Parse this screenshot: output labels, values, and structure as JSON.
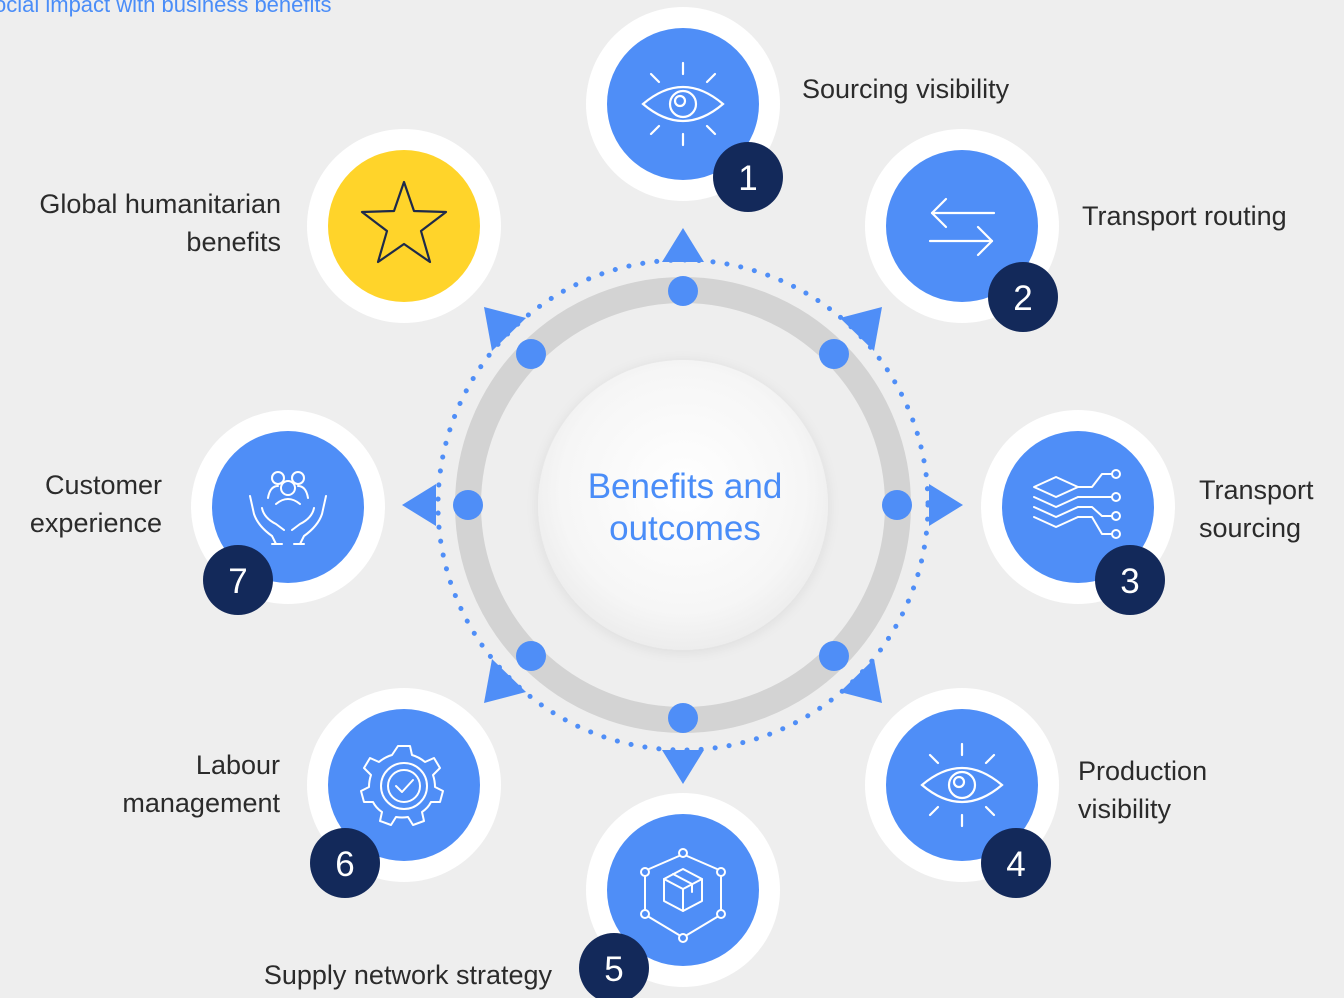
{
  "subtitle": "ocial impact with business benefits",
  "center": {
    "line1": "Benefits and",
    "line2": "outcomes"
  },
  "items": [
    {
      "number": "1",
      "label_lines": [
        "Sourcing visibility"
      ],
      "icon": "eye-icon",
      "color": "#4f8ef7"
    },
    {
      "number": "2",
      "label_lines": [
        "Transport routing"
      ],
      "icon": "arrows-exchange-icon",
      "color": "#4f8ef7"
    },
    {
      "number": "3",
      "label_lines": [
        "Transport",
        "sourcing"
      ],
      "icon": "layers-network-icon",
      "color": "#4f8ef7"
    },
    {
      "number": "4",
      "label_lines": [
        "Production",
        "visibility"
      ],
      "icon": "eye-icon",
      "color": "#4f8ef7"
    },
    {
      "number": "5",
      "label_lines": [
        "Supply network strategy"
      ],
      "icon": "box-network-icon",
      "color": "#4f8ef7"
    },
    {
      "number": "6",
      "label_lines": [
        "Labour",
        "management"
      ],
      "icon": "gear-check-icon",
      "color": "#4f8ef7"
    },
    {
      "number": "7",
      "label_lines": [
        "Customer",
        "experience"
      ],
      "icon": "hands-people-icon",
      "color": "#4f8ef7"
    },
    {
      "number": "",
      "label_lines": [
        "Global humanitarian",
        "benefits"
      ],
      "icon": "star-icon",
      "color": "#ffd42a"
    }
  ],
  "colors": {
    "blue": "#4f8ef7",
    "navy": "#13295a",
    "yellow": "#ffd42a",
    "ring": "#d2d2d2",
    "background": "#eeeeee"
  }
}
